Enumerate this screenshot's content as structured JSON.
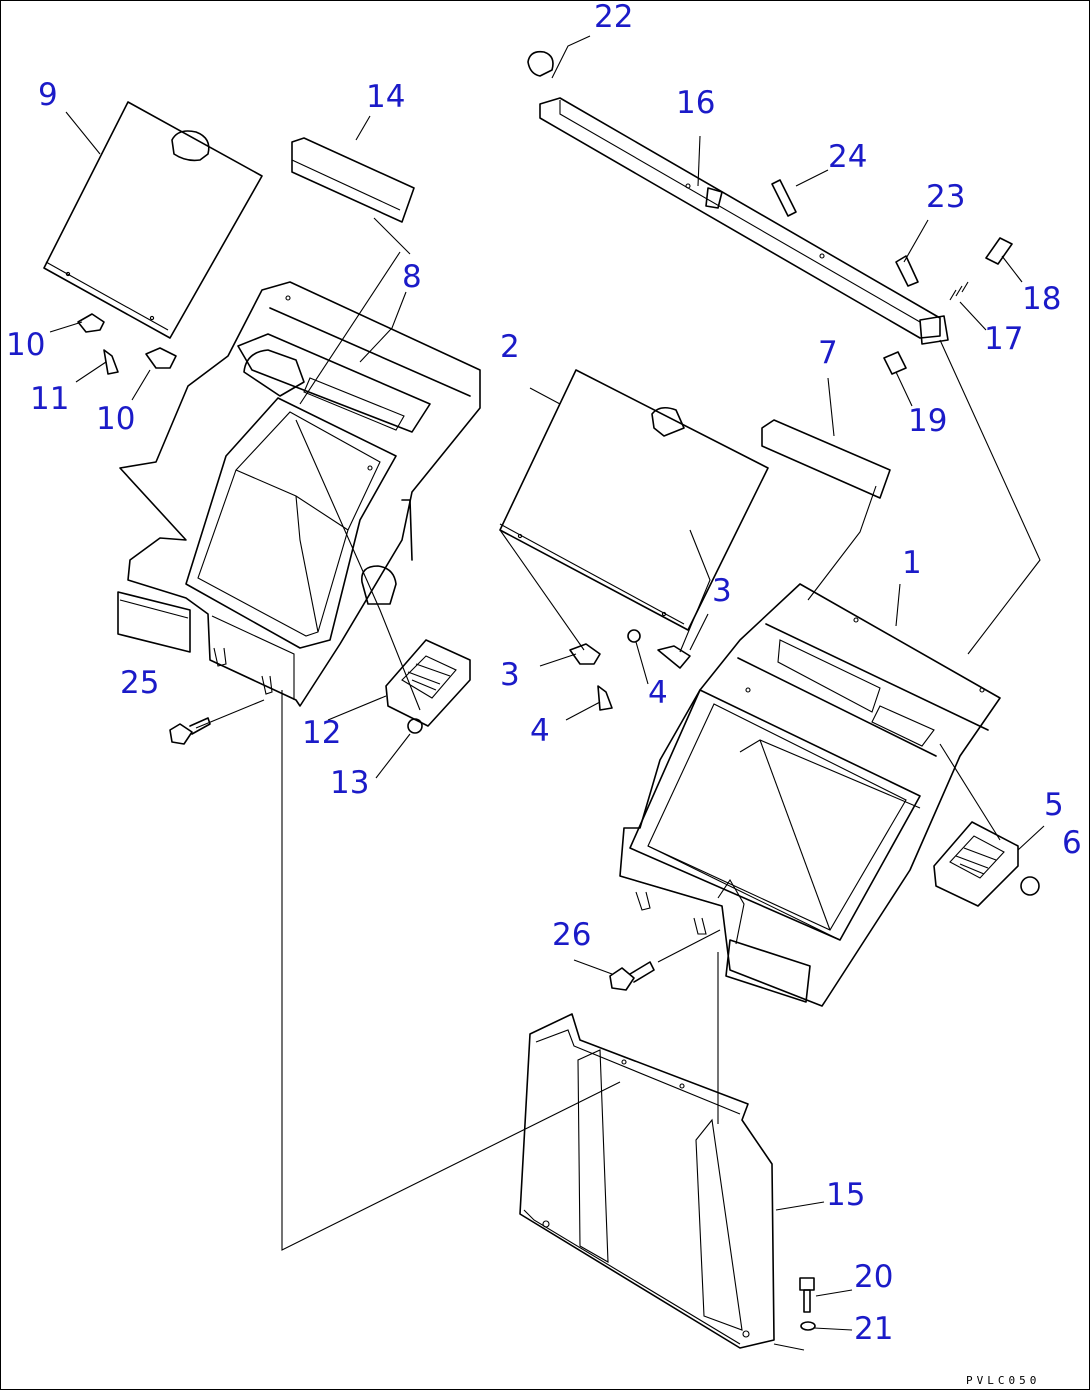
{
  "diagram": {
    "labels": {
      "n1": "1",
      "n2": "2",
      "n3a": "3",
      "n3b": "3",
      "n4a": "4",
      "n4b": "4",
      "n5": "5",
      "n6": "6",
      "n7": "7",
      "n8": "8",
      "n9": "9",
      "n10a": "10",
      "n10b": "10",
      "n11": "11",
      "n12": "12",
      "n13": "13",
      "n14": "14",
      "n15": "15",
      "n16": "16",
      "n17": "17",
      "n18": "18",
      "n19": "19",
      "n20": "20",
      "n21": "21",
      "n22": "22",
      "n23": "23",
      "n24": "24",
      "n25": "25",
      "n26": "26"
    },
    "drawing_code": "PVLC050",
    "label_color": "#1b1bc8"
  }
}
